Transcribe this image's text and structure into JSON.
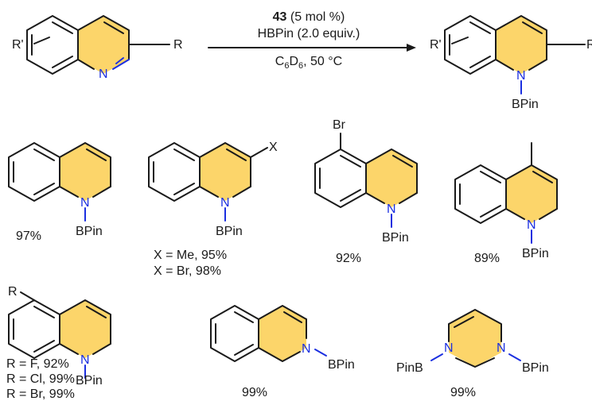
{
  "colors": {
    "ring_fill": "#fcd56a",
    "nitrogen": "#1b2fe0",
    "ink": "#1a1a1a"
  },
  "reaction": {
    "catalyst_number": "43",
    "catalyst_loading": "(5 mol %)",
    "reagent": "HBPin (2.0 equiv.)",
    "solvent_prefix": "C",
    "solvent_sub1": "6",
    "solvent_mid": "D",
    "solvent_sub2": "6",
    "solvent_suffix": ", 50 °C",
    "reactant_R_prime": "R'",
    "reactant_R": "R",
    "reactant_N": "N",
    "product_R_prime": "R'",
    "product_R": "R",
    "product_N": "N",
    "product_BPin": "BPin"
  },
  "products": [
    {
      "id": "p1",
      "n": "N",
      "bpin": "BPin",
      "yields": [
        "97%"
      ]
    },
    {
      "id": "p2",
      "n": "N",
      "bpin": "BPin",
      "substituent": "X",
      "yields": [
        "X = Me, 95%",
        "X = Br, 98%"
      ]
    },
    {
      "id": "p3",
      "n": "N",
      "bpin": "BPin",
      "substituent": "Br",
      "yields": [
        "92%"
      ]
    },
    {
      "id": "p4",
      "n": "N",
      "bpin": "BPin",
      "yields": [
        "89%"
      ]
    },
    {
      "id": "p5",
      "n": "N",
      "bpin": "BPin",
      "substituent": "R",
      "yields": [
        "R = F, 92%",
        "R = Cl, 99%",
        "R = Br, 99%"
      ]
    },
    {
      "id": "p6",
      "n": "N",
      "bpin": "BPin",
      "yields": [
        "99%"
      ]
    },
    {
      "id": "p7",
      "n1": "N",
      "n2": "N",
      "bpin_left": "PinB",
      "bpin_right": "BPin",
      "yields": [
        "99%"
      ]
    }
  ]
}
